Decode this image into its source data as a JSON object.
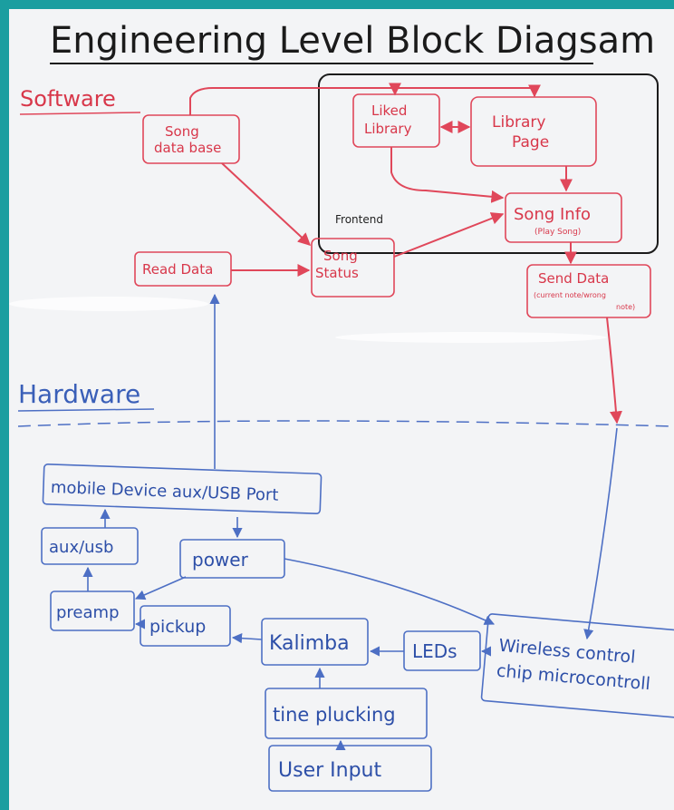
{
  "title": "Engineering Level Block Diagsam",
  "sections": {
    "software": "Software",
    "hardware": "Hardware",
    "frontend": "Frontend"
  },
  "software_blocks": {
    "song_database": [
      "Song",
      "data base"
    ],
    "liked_library": [
      "Liked",
      "Library"
    ],
    "library_page": [
      "Library",
      "Page"
    ],
    "song_info": "Song Info",
    "song_info_sub": "(Play Song)",
    "read_data": "Read Data",
    "song_status": [
      "Song",
      "Status"
    ],
    "send_data": "Send Data",
    "send_data_sub": [
      "(current note/wrong",
      "note)"
    ]
  },
  "hardware_blocks": {
    "mobile_device": "mobile Device aux/USB Port",
    "aux_usb": "aux/usb",
    "power": "power",
    "preamp": "preamp",
    "pickup": "pickup",
    "kalimba": "Kalimba",
    "leds": "LEDs",
    "wireless": [
      "Wireless control",
      "chip microcontroll"
    ],
    "tine_plucking": "tine plucking",
    "user_input": "User Input"
  },
  "colors": {
    "software": "#e0475a",
    "hardware": "#4d6fc4",
    "frame": "#1a9ea0",
    "board": "#f3f4f6"
  }
}
